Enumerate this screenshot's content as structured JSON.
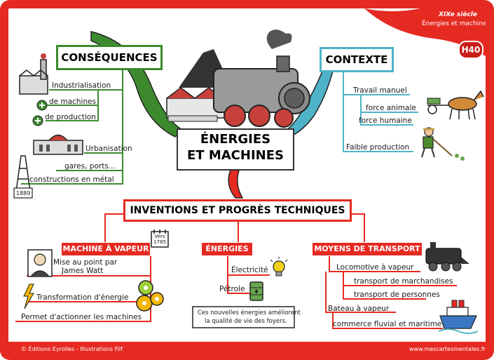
{
  "header": {
    "century": "XIXe siècle",
    "topic": "Énergies et machines",
    "badge": "H40"
  },
  "center": {
    "line1": "ÉNERGIES",
    "line2": "ET MACHINES"
  },
  "consequences": {
    "title": "CONSÉQUENCES",
    "industrialisation": "Industrialisation",
    "plus_machines": "de machines",
    "plus_production": "de production",
    "urbanisation": "Urbanisation",
    "gares": "gares, ports...",
    "constructions": "constructions en métal",
    "year": "1889"
  },
  "contexte": {
    "title": "CONTEXTE",
    "travail": "Travail manuel",
    "animale": "force animale",
    "humaine": "force humaine",
    "faible": "Faible production"
  },
  "inventions": {
    "title": "INVENTIONS ET PROGRÈS TECHNIQUES",
    "vapeur": {
      "title": "MACHINE À VAPEUR",
      "calendar_line1": "Vers",
      "calendar_line2": "1785",
      "mise_line1": "Mise au point par",
      "mise_line2": "James Watt",
      "transformation": "Transformation d'énergie",
      "permet": "Permet d'actionner les machines"
    },
    "energies": {
      "title": "ÉNERGIES",
      "electricite": "Électricité",
      "petrole": "Pétrole",
      "note_line1": "Ces nouvelles énergies améliorent",
      "note_line2": "la qualité de vie des foyers."
    },
    "transport": {
      "title": "MOYENS DE TRANSPORT",
      "locomotive": "Locomotive à vapeur",
      "marchandises": "transport de marchandises",
      "personnes": "transport de personnes",
      "bateau": "Bateau à vapeur",
      "commerce": "commerce fluvial et maritime"
    }
  },
  "footer": {
    "left": "© Éditions Eyrolles - Illustrations Filf",
    "right": "www.mescartesmentales.fr"
  },
  "colors": {
    "red": "#e52a22",
    "green": "#3d8a2e",
    "blue": "#4fb3c8",
    "dark": "#2b2b2b"
  }
}
